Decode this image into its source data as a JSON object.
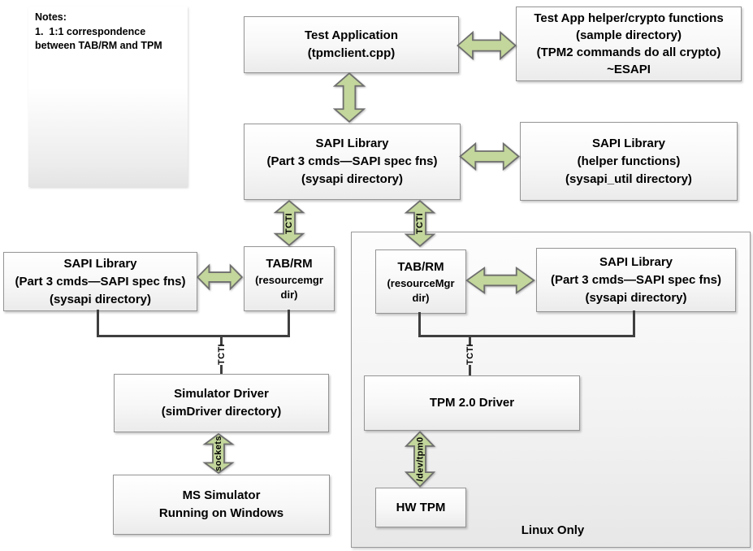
{
  "notes": {
    "lines": [
      "Notes:",
      "1.  1:1 correspondence",
      "between TAB/RM and TPM"
    ]
  },
  "boxes": {
    "test_app": {
      "lines": [
        "Test Application",
        "(tpmclient.cpp)"
      ]
    },
    "test_app_helper": {
      "lines": [
        "Test App helper/crypto functions",
        "(sample directory)",
        "(TPM2 commands do all crypto)",
        "~ESAPI"
      ]
    },
    "sapi_center": {
      "lines": [
        "SAPI Library",
        "(Part 3 cmds—SAPI spec fns)",
        "(sysapi directory)"
      ]
    },
    "sapi_helper": {
      "lines": [
        "SAPI Library",
        "(helper functions)",
        "(sysapi_util directory)"
      ]
    },
    "sapi_left": {
      "lines": [
        "SAPI Library",
        "(Part 3 cmds—SAPI spec fns)",
        "(sysapi directory)"
      ]
    },
    "tabrm_left": {
      "lines": [
        "TAB/RM",
        "(resourcemgr",
        "dir)"
      ]
    },
    "tabrm_right": {
      "lines": [
        "TAB/RM",
        "(resourceMgr",
        "dir)"
      ]
    },
    "sapi_right": {
      "lines": [
        "SAPI Library",
        "(Part 3 cmds—SAPI spec fns)",
        "(sysapi directory)"
      ]
    },
    "sim_driver": {
      "lines": [
        "Simulator Driver",
        "(simDriver directory)"
      ]
    },
    "ms_sim": {
      "lines": [
        "MS Simulator",
        "Running on Windows"
      ]
    },
    "tpm_driver": {
      "lines": [
        "TPM 2.0 Driver"
      ]
    },
    "hw_tpm": {
      "lines": [
        "HW TPM"
      ]
    }
  },
  "labels": {
    "tcti": "TCTI",
    "sockets": "sockets",
    "dev_tpm0": "/dev/tpm0",
    "linux_only": "Linux Only"
  },
  "colors": {
    "arrow_fill": "#c3d69b",
    "arrow_stroke": "#6e6e6e",
    "connector": "#3f3f3f",
    "box_border": "#949494"
  }
}
